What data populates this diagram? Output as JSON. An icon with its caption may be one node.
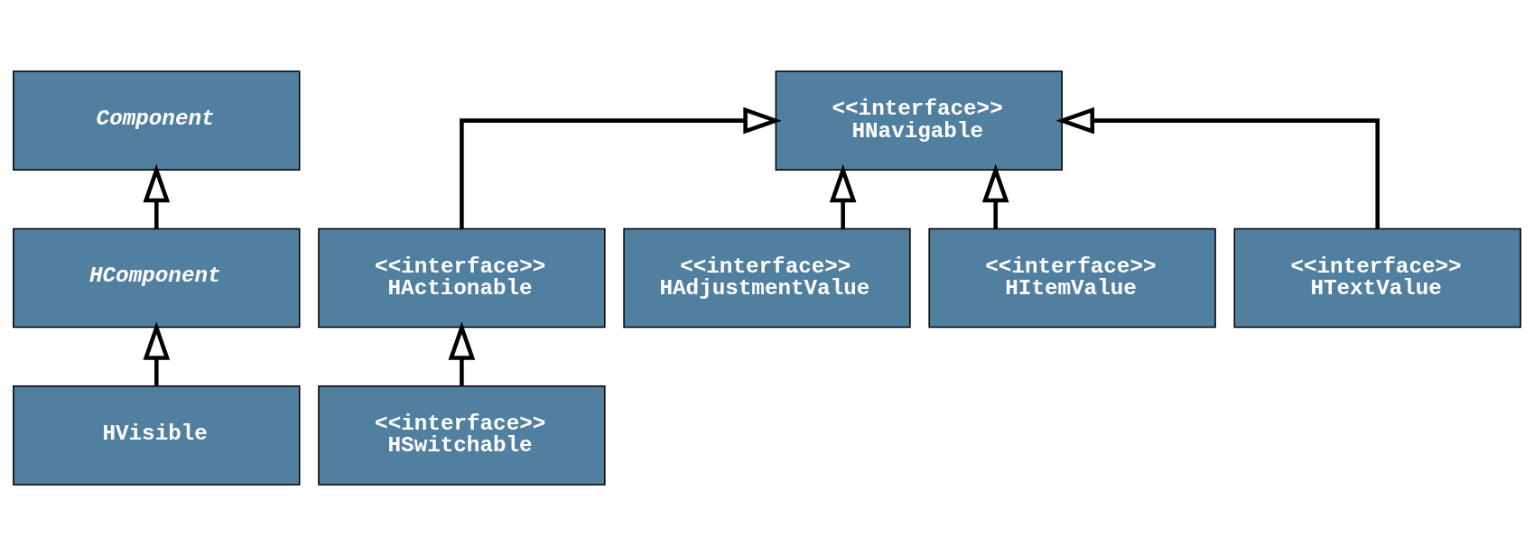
{
  "diagram": {
    "nodes": [
      {
        "text": [
          "Component"
        ]
      },
      {
        "text": [
          "HComponent"
        ]
      },
      {
        "text": [
          "HVisible"
        ]
      },
      {
        "text": [
          "<<interface>>",
          "HNavigable"
        ]
      },
      {
        "text": [
          "<<interface>>",
          "HActionable"
        ]
      },
      {
        "text": [
          "<<interface>>",
          "HAdjustmentValue"
        ]
      },
      {
        "text": [
          "<<interface>>",
          "HItemValue"
        ]
      },
      {
        "text": [
          "<<interface>>",
          "HTextValue"
        ]
      },
      {
        "text": [
          "<<interface>>",
          "HSwitchable"
        ]
      }
    ],
    "edges": [
      {
        "from": 1,
        "to": 0,
        "arrow": "to"
      },
      {
        "from": 2,
        "to": 1,
        "arrow": "to"
      },
      {
        "from": 4,
        "to": 3,
        "arrow": "to"
      },
      {
        "from": 5,
        "to": 3,
        "arrow": "to"
      },
      {
        "from": 6,
        "to": 3,
        "arrow": "to"
      },
      {
        "from": 7,
        "to": 3,
        "arrow": "to"
      },
      {
        "from": 8,
        "to": 4,
        "arrow": "to"
      }
    ]
  }
}
